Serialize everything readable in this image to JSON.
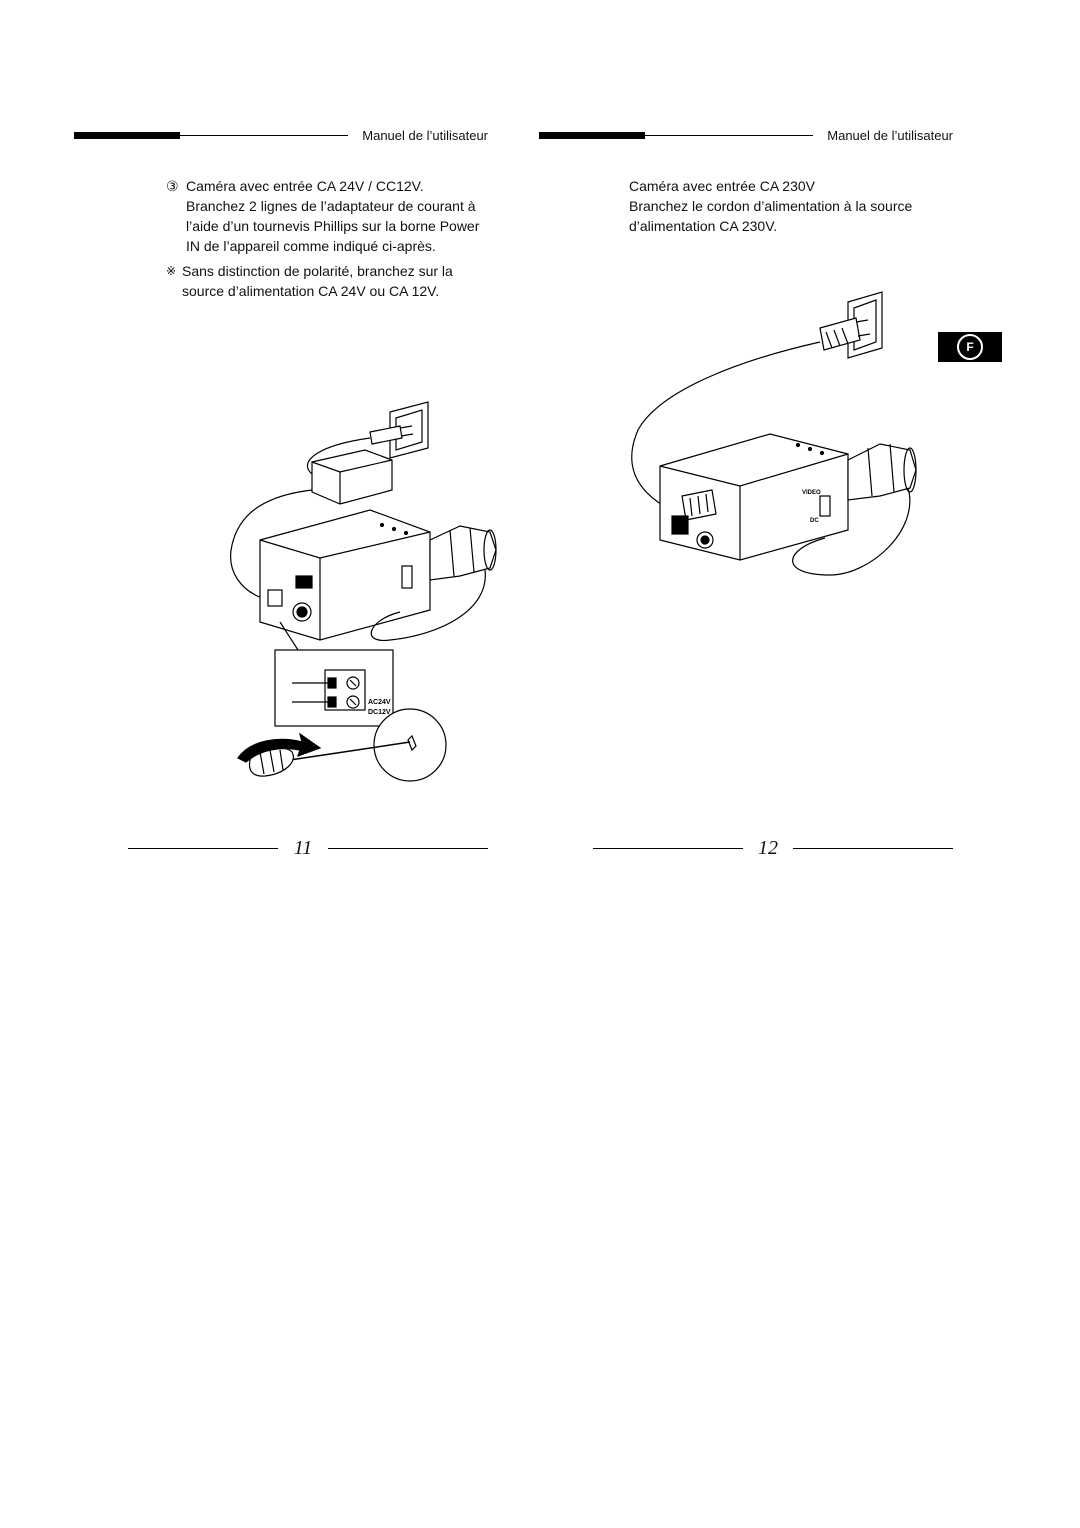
{
  "left_page": {
    "header_title": "Manuel de l’utilisateur",
    "step_marker": "③",
    "heading": "Caméra avec entrée CA 24V / CC12V.",
    "body": [
      "Branchez 2 lignes de l’adaptateur de courant à",
      "l’aide d’un tournevis Phillips sur la borne Power",
      "IN de l’appareil comme indiqué ci-après."
    ],
    "note_symbol": "※",
    "note": [
      "Sans distinction de polarité, branchez sur la",
      "source d’alimentation CA 24V ou CA 12V."
    ],
    "terminal_labels": [
      "AC24V",
      "DC12V"
    ],
    "page_number": "11"
  },
  "right_page": {
    "header_title": "Manuel de l’utilisateur",
    "heading": "Caméra avec entrée CA 230V",
    "body": [
      "Branchez le cordon d’alimentation à la source",
      "d’alimentation CA 230V."
    ],
    "camera_labels": [
      "VIDEO",
      "DC"
    ],
    "page_number": "12"
  },
  "language_tab": "F"
}
